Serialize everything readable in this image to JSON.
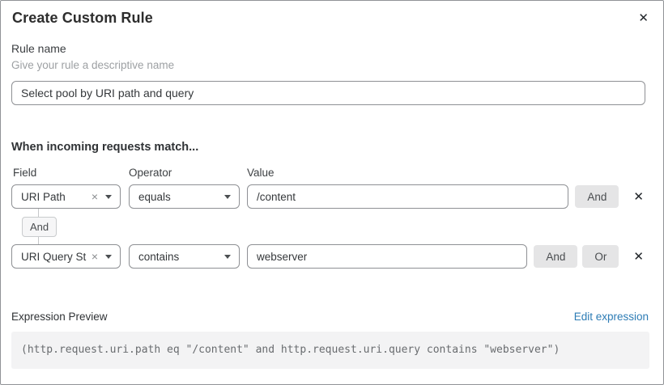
{
  "dialog": {
    "title": "Create Custom Rule"
  },
  "icons": {
    "close": "✕",
    "remove": "✕",
    "clear": "×"
  },
  "rule_name": {
    "label": "Rule name",
    "hint": "Give your rule a descriptive name",
    "value": "Select pool by URI path and query"
  },
  "match": {
    "heading": "When incoming requests match...",
    "columns": {
      "field": "Field",
      "operator": "Operator",
      "value": "Value"
    },
    "connector_label": "And",
    "rows": [
      {
        "field": "URI Path",
        "operator": "equals",
        "value": "/content",
        "buttons": [
          "And"
        ]
      },
      {
        "field": "URI Query St...",
        "operator": "contains",
        "value": "webserver",
        "buttons": [
          "And",
          "Or"
        ]
      }
    ]
  },
  "expression": {
    "label": "Expression Preview",
    "edit_link": "Edit expression",
    "code": "(http.request.uri.path eq \"/content\" and http.request.uri.query contains \"webserver\")"
  },
  "colors": {
    "link_blue": "#2d7cb5",
    "chip_bg": "#e5e5e6",
    "code_bg": "#f3f3f4",
    "border_gray": "#8e9094"
  }
}
